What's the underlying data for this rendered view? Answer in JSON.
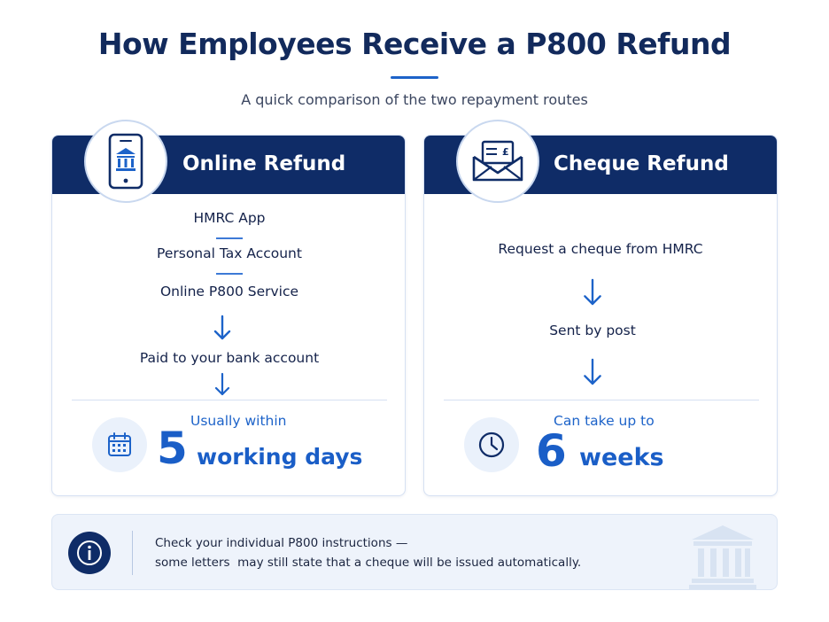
{
  "title": "How Employees Receive a P800 Refund",
  "subtitle": "A quick comparison of the two repayment routes",
  "online": {
    "title": "Online Refund",
    "icon": "mobile-bank-icon",
    "options": [
      "HMRC App",
      "Personal Tax Account",
      "Online P800 Service"
    ],
    "result": "Paid to your bank account",
    "time_prefix": "Usually within",
    "time_number": "5",
    "time_unit": "working days",
    "time_icon": "calendar-icon"
  },
  "cheque": {
    "title": "Cheque Refund",
    "icon": "envelope-cheque-icon",
    "step1": "Request a cheque from HMRC",
    "step2": "Sent by post",
    "time_prefix": "Can take up to",
    "time_number": "6",
    "time_unit": "weeks",
    "time_icon": "clock-icon"
  },
  "note": {
    "icon": "info-icon",
    "line1": "Check your individual P800 instructions —",
    "line2": "some letters  may still state that a cheque will be issued automatically.",
    "decoration_icon": "government-building-icon"
  },
  "colors": {
    "navy": "#0f2c67",
    "accent_blue": "#1a5ec7",
    "light_panel": "#eef3fb"
  }
}
